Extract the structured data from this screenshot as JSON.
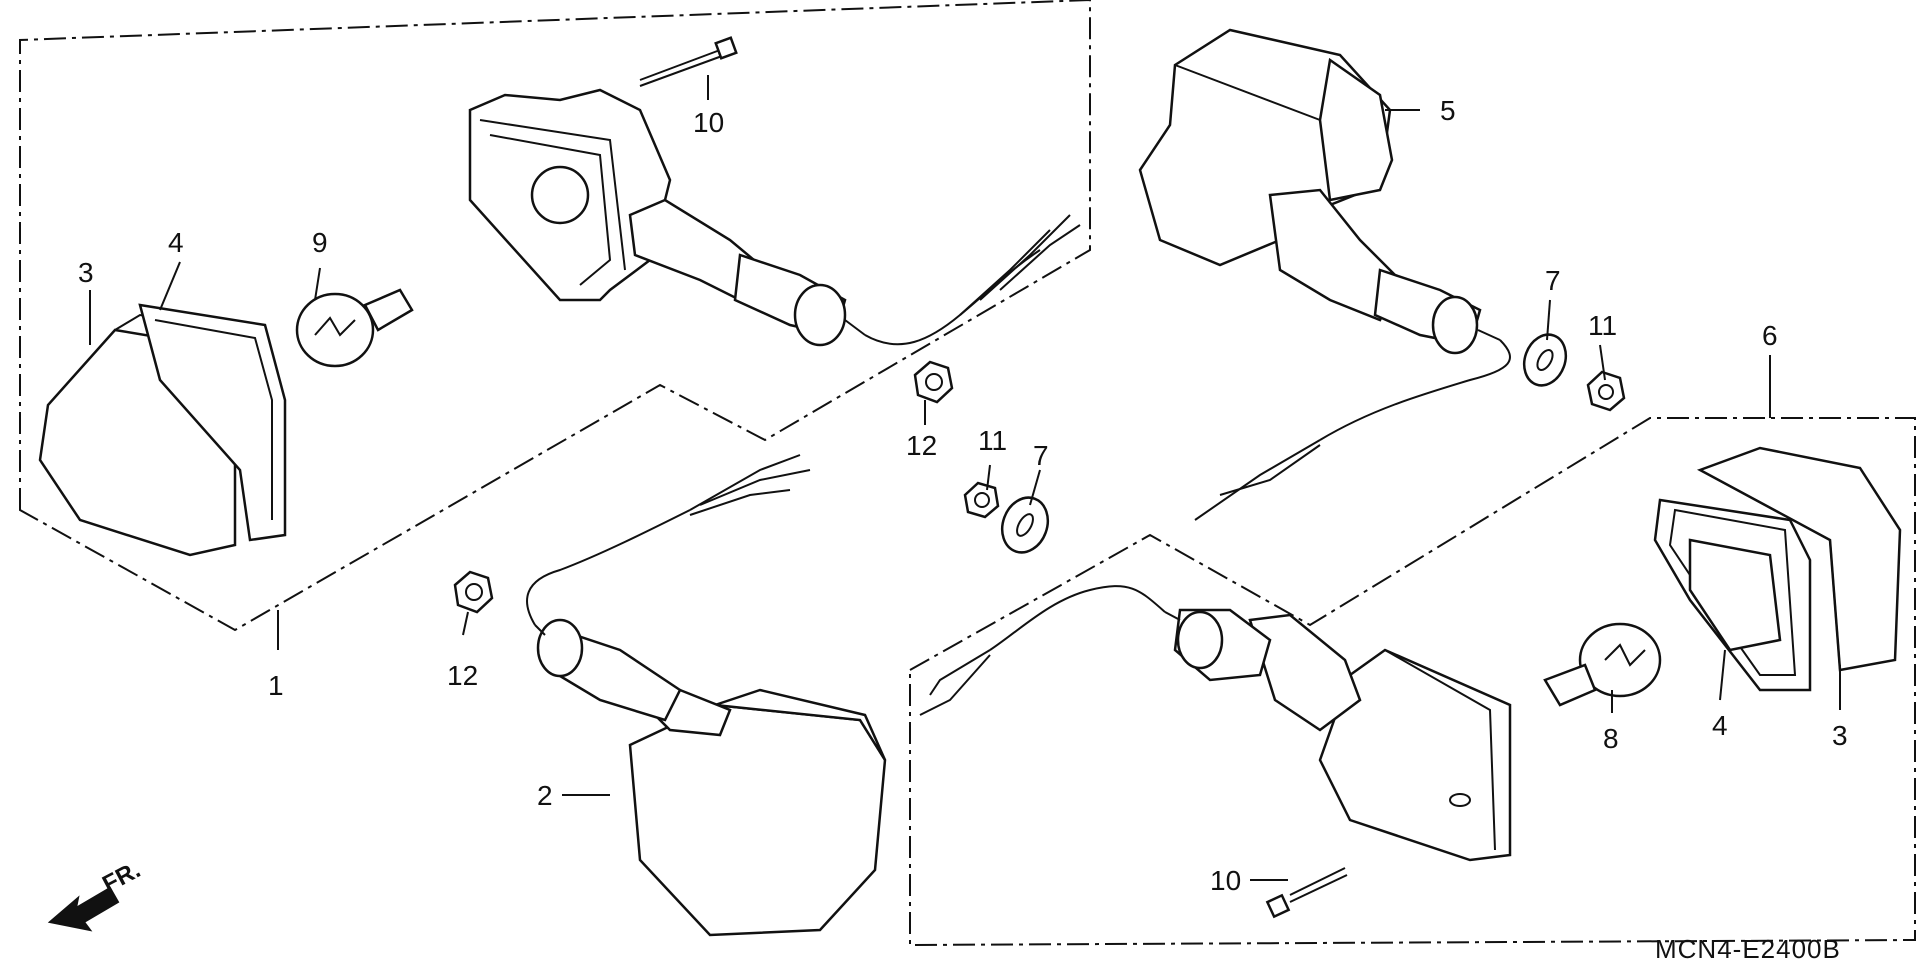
{
  "diagram": {
    "drawing_code": "MCN4-E2400B",
    "direction_label": "FR.",
    "callouts": [
      {
        "id": "c1",
        "label": "1"
      },
      {
        "id": "c2",
        "label": "2"
      },
      {
        "id": "c3a",
        "label": "3"
      },
      {
        "id": "c4a",
        "label": "4"
      },
      {
        "id": "c9",
        "label": "9"
      },
      {
        "id": "c10a",
        "label": "10"
      },
      {
        "id": "c12a",
        "label": "12"
      },
      {
        "id": "c12b",
        "label": "12"
      },
      {
        "id": "c11a",
        "label": "11"
      },
      {
        "id": "c7a",
        "label": "7"
      },
      {
        "id": "c5",
        "label": "5"
      },
      {
        "id": "c7b",
        "label": "7"
      },
      {
        "id": "c11b",
        "label": "11"
      },
      {
        "id": "c6",
        "label": "6"
      },
      {
        "id": "c3b",
        "label": "3"
      },
      {
        "id": "c4b",
        "label": "4"
      },
      {
        "id": "c8",
        "label": "8"
      },
      {
        "id": "c10b",
        "label": "10"
      }
    ]
  }
}
